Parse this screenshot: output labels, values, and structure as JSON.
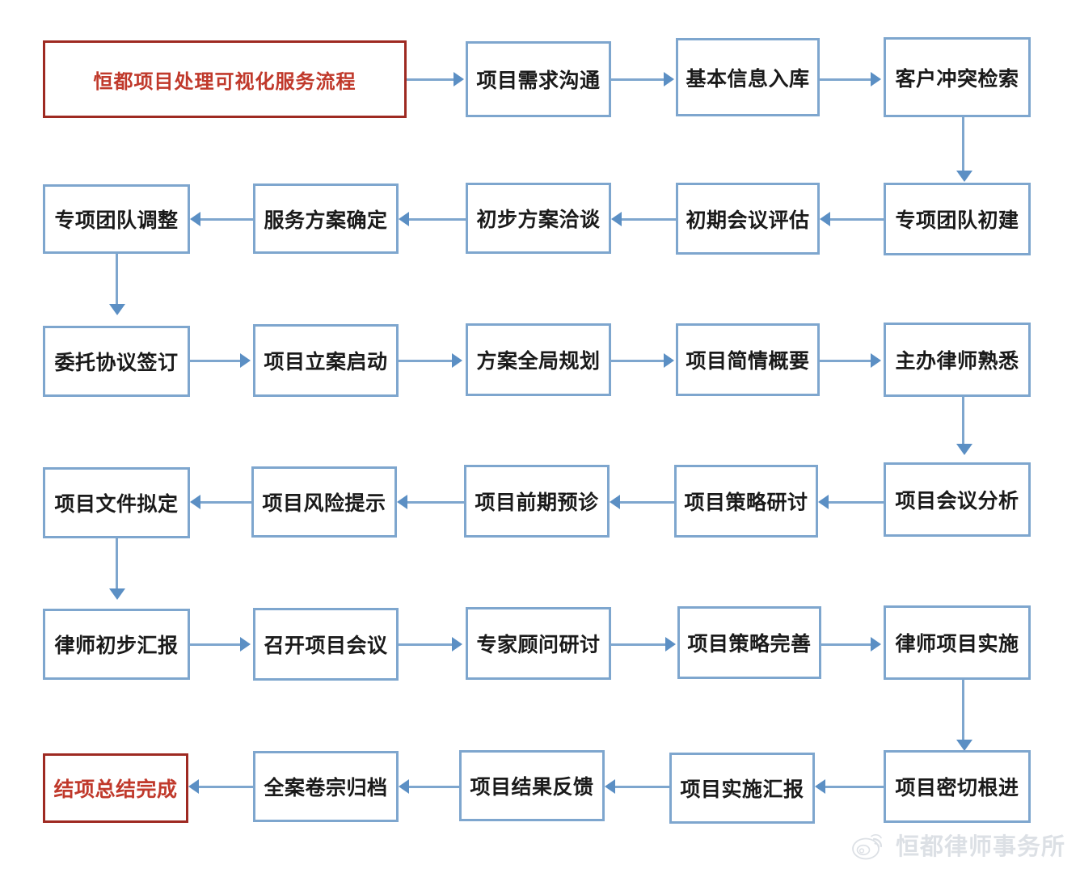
{
  "diagram": {
    "title": "恒都项目处理可视化服务流程",
    "accent_color": "#c0392b",
    "accent_border_color": "#9e2a22",
    "box_border_color": "#7ea6ce",
    "arrow_color": "#5b8fc4",
    "rows": [
      {
        "direction": "left-to-right",
        "nodes": [
          {
            "label": "恒都项目处理可视化服务流程",
            "style": "accent"
          },
          {
            "label": "项目需求沟通",
            "style": "normal"
          },
          {
            "label": "基本信息入库",
            "style": "normal"
          },
          {
            "label": "客户冲突检索",
            "style": "normal"
          }
        ]
      },
      {
        "direction": "right-to-left",
        "nodes": [
          {
            "label": "专项团队调整",
            "style": "normal"
          },
          {
            "label": "服务方案确定",
            "style": "normal"
          },
          {
            "label": "初步方案洽谈",
            "style": "normal"
          },
          {
            "label": "初期会议评估",
            "style": "normal"
          },
          {
            "label": "专项团队初建",
            "style": "normal"
          }
        ]
      },
      {
        "direction": "left-to-right",
        "nodes": [
          {
            "label": "委托协议签订",
            "style": "normal"
          },
          {
            "label": "项目立案启动",
            "style": "normal"
          },
          {
            "label": "方案全局规划",
            "style": "normal"
          },
          {
            "label": "项目简情概要",
            "style": "normal"
          },
          {
            "label": "主办律师熟悉",
            "style": "normal"
          }
        ]
      },
      {
        "direction": "right-to-left",
        "nodes": [
          {
            "label": "项目文件拟定",
            "style": "normal"
          },
          {
            "label": "项目风险提示",
            "style": "normal"
          },
          {
            "label": "项目前期预诊",
            "style": "normal"
          },
          {
            "label": "项目策略研讨",
            "style": "normal"
          },
          {
            "label": "项目会议分析",
            "style": "normal"
          }
        ]
      },
      {
        "direction": "left-to-right",
        "nodes": [
          {
            "label": "律师初步汇报",
            "style": "normal"
          },
          {
            "label": "召开项目会议",
            "style": "normal"
          },
          {
            "label": "专家顾问研讨",
            "style": "normal"
          },
          {
            "label": "项目策略完善",
            "style": "normal"
          },
          {
            "label": "律师项目实施",
            "style": "normal"
          }
        ]
      },
      {
        "direction": "right-to-left",
        "nodes": [
          {
            "label": "结项总结完成",
            "style": "accent"
          },
          {
            "label": "全案卷宗归档",
            "style": "normal"
          },
          {
            "label": "项目结果反馈",
            "style": "normal"
          },
          {
            "label": "项目实施汇报",
            "style": "normal"
          },
          {
            "label": "项目密切根进",
            "style": "normal"
          }
        ]
      }
    ]
  },
  "watermark": {
    "text": "恒都律师事务所",
    "icon": "weibo-logo-icon"
  }
}
